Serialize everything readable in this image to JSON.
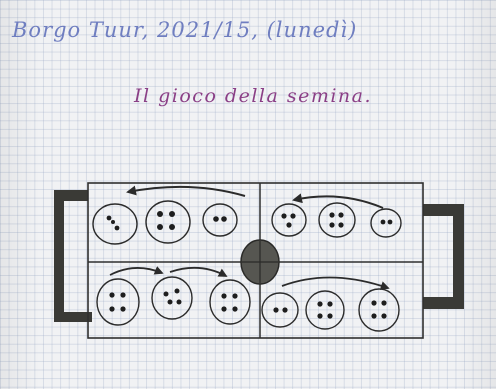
{
  "header": {
    "text": "Borgo Tuur, 2021/15, (lunedì)",
    "ink_color": "#6f7ec0"
  },
  "title": {
    "text": "Il gioco della semina.",
    "ink_color": "#8a3f86"
  },
  "drawing": {
    "pencil_color": "#2b2b2b",
    "handle_color": "#3a3a36",
    "center_store_color": "#555550",
    "top_row_pits_seeds": [
      3,
      4,
      2,
      3,
      4,
      2
    ],
    "bottom_row_pits_seeds": [
      4,
      4,
      4,
      2,
      4,
      4
    ]
  }
}
